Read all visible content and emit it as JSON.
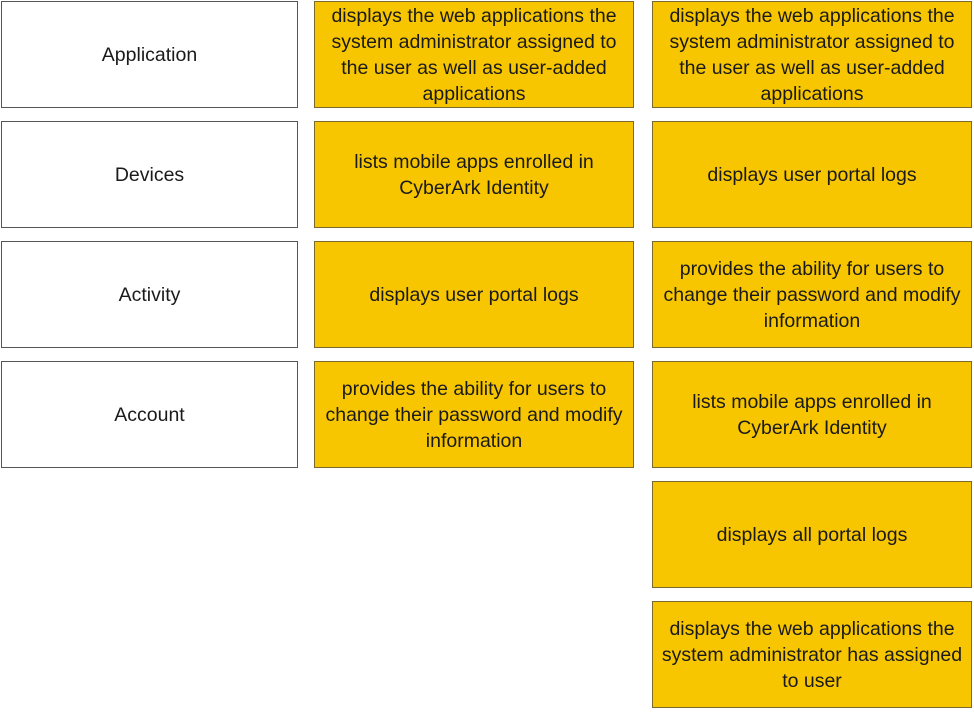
{
  "colors": {
    "answer_background": "#f7c600",
    "label_background": "#ffffff"
  },
  "targets": [
    {
      "label": "Application"
    },
    {
      "label": "Devices"
    },
    {
      "label": "Activity"
    },
    {
      "label": "Account"
    }
  ],
  "placed_answers": [
    {
      "text": "displays the web applications the system administrator assigned to the user as well as user-added applications"
    },
    {
      "text": "lists mobile apps enrolled in CyberArk Identity"
    },
    {
      "text": "displays user portal logs"
    },
    {
      "text": "provides the ability for users to change their password and modify information"
    }
  ],
  "answer_options": [
    {
      "text": "displays the web applications the system administrator assigned to the user as well as user-added applications"
    },
    {
      "text": "displays user portal logs"
    },
    {
      "text": "provides the ability for users to change their password and modify information"
    },
    {
      "text": "lists mobile apps enrolled in CyberArk Identity"
    },
    {
      "text": "displays all portal logs"
    },
    {
      "text": "displays the web applications the system administrator has assigned to user"
    }
  ]
}
